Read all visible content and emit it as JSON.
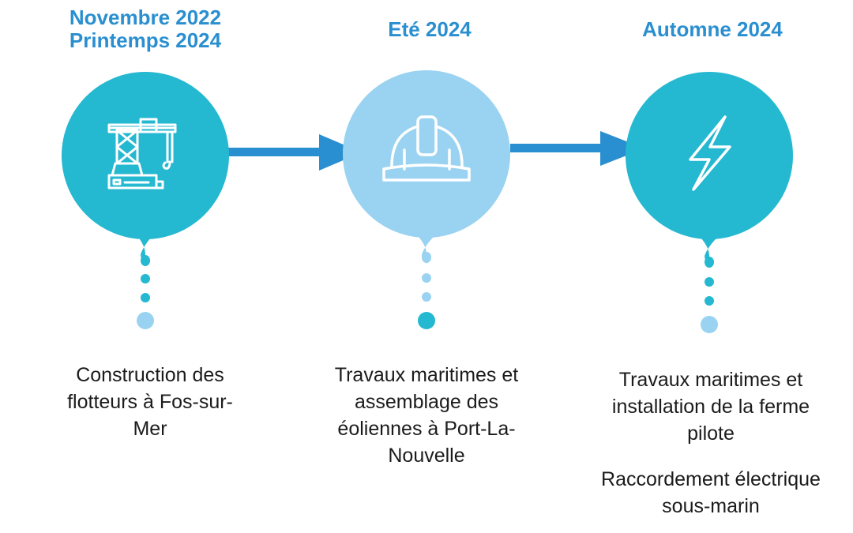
{
  "steps": [
    {
      "date_lines": [
        "Novembre 2022",
        "Printemps 2024"
      ],
      "description": "Construction des flotteurs à Fos-sur-Mer",
      "icon": "crane-icon",
      "circle_color": "#25b8d1",
      "final_dot_color": "#9ad3f1"
    },
    {
      "date_lines": [
        "Eté 2024"
      ],
      "description": "Travaux maritimes et assemblage des éoliennes à Port-La-Nouvelle",
      "icon": "hard-hat-icon",
      "circle_color": "#9ad3f1",
      "final_dot_color": "#25b8d1"
    },
    {
      "date_lines": [
        "Automne 2024"
      ],
      "description": "Travaux maritimes et installation de la ferme pilote",
      "description_extra": "Raccordement électrique sous-marin",
      "icon": "lightning-icon",
      "circle_color": "#25b8d1",
      "final_dot_color": "#9ad3f1"
    }
  ],
  "colors": {
    "date_text": "#2a8fd0",
    "arrow": "#2a8fd0",
    "body_text": "#1b1b1b"
  }
}
